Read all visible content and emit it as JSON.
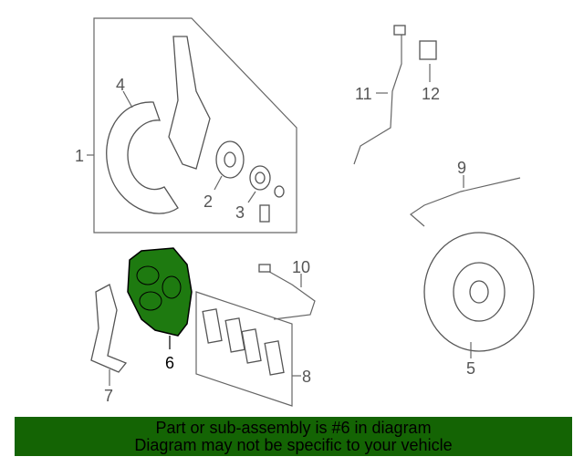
{
  "diagram": {
    "callouts": [
      {
        "id": "1",
        "label": "1"
      },
      {
        "id": "2",
        "label": "2"
      },
      {
        "id": "3",
        "label": "3"
      },
      {
        "id": "4",
        "label": "4"
      },
      {
        "id": "5",
        "label": "5"
      },
      {
        "id": "6",
        "label": "6"
      },
      {
        "id": "7",
        "label": "7"
      },
      {
        "id": "8",
        "label": "8"
      },
      {
        "id": "9",
        "label": "9"
      },
      {
        "id": "10",
        "label": "10"
      },
      {
        "id": "11",
        "label": "11"
      },
      {
        "id": "12",
        "label": "12"
      }
    ],
    "highlight_part": "6",
    "highlight_color": "#1e7a10"
  },
  "banner": {
    "line1": "Part or sub-assembly is #6 in diagram",
    "line2": "Diagram may not be specific to your vehicle",
    "color": "#146404"
  }
}
